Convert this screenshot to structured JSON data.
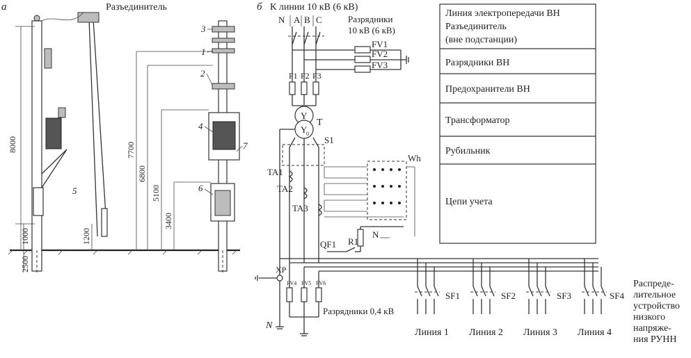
{
  "panel_a": {
    "letter": "а",
    "disconnector_label": "Разъединитель",
    "dims": [
      "8000",
      "1000",
      "2500",
      "1200",
      "7700",
      "6800",
      "5100",
      "3400"
    ],
    "callouts": [
      "3",
      "1",
      "2",
      "4",
      "7",
      "6",
      "5"
    ]
  },
  "panel_b": {
    "letter": "б",
    "line_label": "К линии 10 кВ (6 кВ)",
    "phases": [
      "N",
      "A",
      "B",
      "C"
    ],
    "arresters_hv_label_1": "Разрядники",
    "arresters_hv_label_2": "10 кВ (6 кВ)",
    "fv_hv": [
      "FV1",
      "FV2",
      "FV3"
    ],
    "fuses": [
      "F1",
      "F2",
      "F3"
    ],
    "transformer": "T",
    "wye": "Y",
    "wye0": "Y",
    "wye0_sub": "0",
    "switch": "S1",
    "meter": "Wh",
    "ct": [
      "TA1",
      "TA2",
      "TA3"
    ],
    "qf": "QF1",
    "r": "R1",
    "n_small": "N",
    "xp": "XP",
    "fv_lv": [
      "FV4",
      "FV5",
      "FV6"
    ],
    "arresters_lv_label": "Разрядники 0,4 кВ",
    "n_bottom": "N",
    "breakers": [
      "SF1",
      "SF2",
      "SF3",
      "SF4"
    ],
    "lines": [
      "Линия 1",
      "Линия 2",
      "Линия 3",
      "Линия 4"
    ],
    "runn": [
      "Распреде-",
      "лительное",
      "устройство",
      "низкого",
      "напряже-",
      "ния РУНН"
    ]
  },
  "legend": [
    [
      "Линия электропередачи ВН",
      "Разъединитель",
      "(вне подстанции)"
    ],
    [
      "Разрядники ВН"
    ],
    [
      "Предохранители ВН"
    ],
    [
      "Трансформатор"
    ],
    [
      "Рубильник"
    ],
    [
      "Цепи учета"
    ]
  ]
}
